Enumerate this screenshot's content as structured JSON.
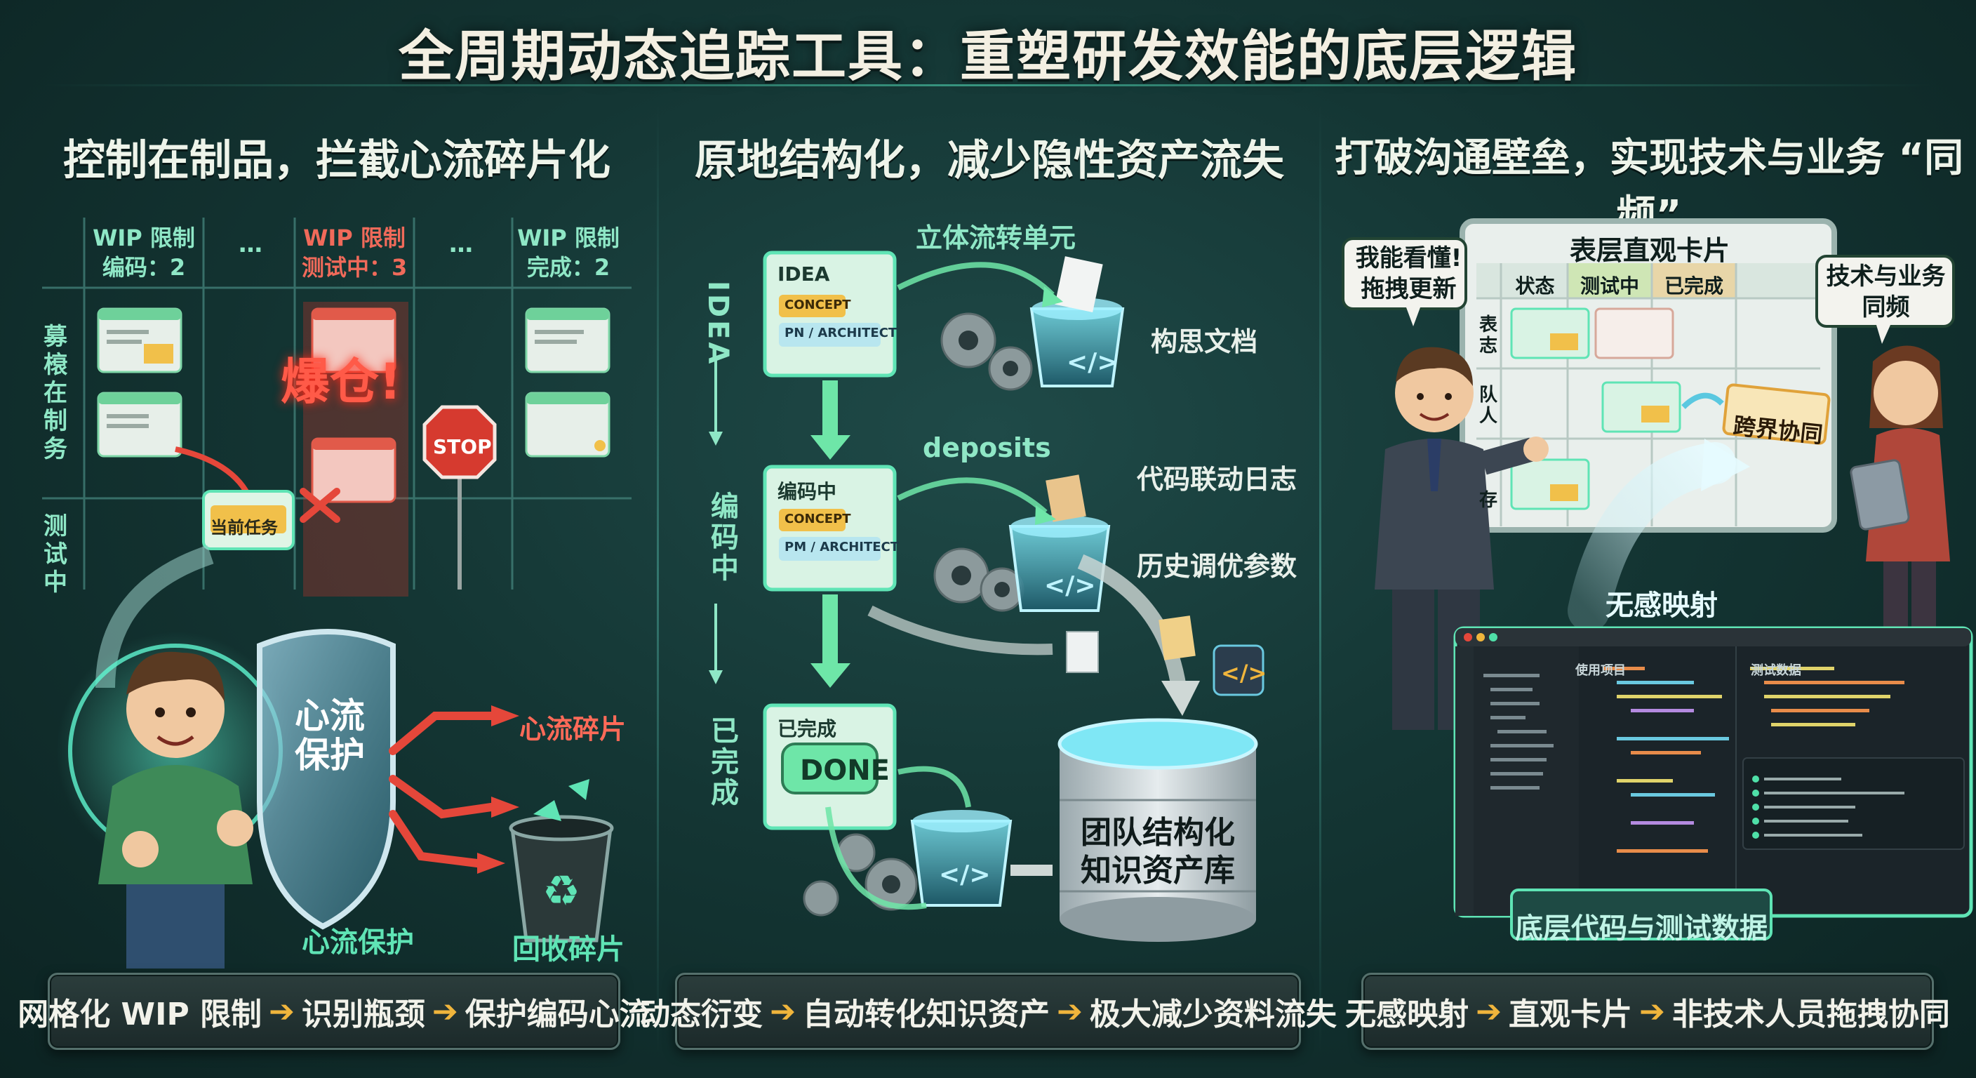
{
  "title": "全周期动态追踪工具：重塑研发效能的底层逻辑",
  "panel1": {
    "title": "控制在制品，拦截心流碎片化",
    "columns": [
      {
        "line1": "WIP 限制",
        "line2": "编码：2"
      },
      {
        "ellipsis": "…"
      },
      {
        "line1": "WIP 限制",
        "line2": "测试中：3"
      },
      {
        "ellipsis": "…"
      },
      {
        "line1": "WIP 限制",
        "line2": "完成：2"
      }
    ],
    "rows": [
      "募榱在制务",
      "测试中"
    ],
    "burst_label": "爆仓!",
    "stop_sign": "STOP",
    "current_task": "当前任务",
    "shield_text_1": "心流",
    "shield_text_2": "保护",
    "fragment_label": "心流碎片",
    "shield_label": "心流保护",
    "bin_label": "回收碎片",
    "footer": [
      "网格化 WIP 限制",
      "识别瓶颈",
      "保护编码心流"
    ]
  },
  "panel2": {
    "title": "原地结构化，减少隐性资产流失",
    "flow_labels": [
      "IDEA",
      "编码中",
      "已完成"
    ],
    "cards": [
      {
        "title": "IDEA",
        "tag1": "CONCEPT",
        "tag2": "PN / ARCHITECT"
      },
      {
        "title": "编码中",
        "tag1": "CONCEPT",
        "tag2": "PM / ARCHITECT"
      },
      {
        "title": "已完成",
        "button": "DONE"
      }
    ],
    "unit_label": "立体流转单元",
    "doc_label": "构思文档",
    "deposits_label": "deposits",
    "log_label": "代码联动日志",
    "params_label": "历史调优参数",
    "db_line1": "团队结构化",
    "db_line2": "知识资产库",
    "code_glyph": "</>",
    "footer": [
      "动态衍变",
      "自动转化知识资产",
      "极大减少资料流失"
    ]
  },
  "panel3": {
    "title": "打破沟通壁垒，实现技术与业务 “同频”",
    "bubble_left_1": "我能看懂!",
    "bubble_left_2": "拖拽更新",
    "bubble_right_1": "技术与业务",
    "bubble_right_2": "同频",
    "board_title": "表层直观卡片",
    "board_headers": [
      "状态",
      "测试中",
      "已完成"
    ],
    "board_rows": [
      "表志",
      "队人",
      "存"
    ],
    "collab_card": "跨界协同",
    "mapping_label": "无感映射",
    "ide_tab_1": "使用项目",
    "ide_tab_2": "测试数据",
    "code_data_label": "底层代码与测试数据",
    "footer": [
      "无感映射",
      "直观卡片",
      "非技术人员拖拽协同"
    ]
  },
  "colors": {
    "accent_green": "#4fe0a8",
    "warning_red": "#e5473a",
    "arrow_orange": "#f0b53c",
    "panel_teal": "#1d4a47"
  }
}
